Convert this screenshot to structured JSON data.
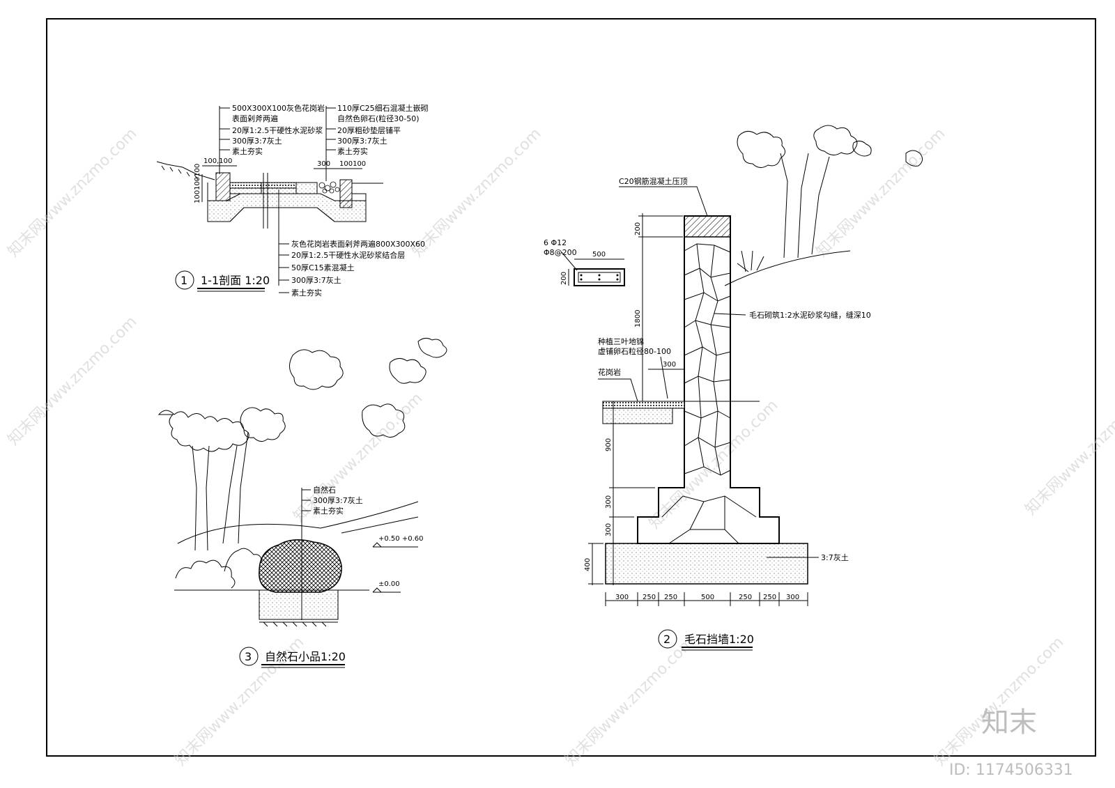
{
  "detail1": {
    "labels_left": [
      "500X300X100灰色花岗岩",
      "表面剁斧两遍",
      "20厚1:2.5干硬性水泥砂浆",
      "300厚3:7灰土",
      "素土夯实"
    ],
    "labels_right": [
      "110厚C25细石混凝土嵌砌",
      "自然色卵石(粒径30-50)",
      "20厚粗砂垫层铺平",
      "300厚3:7灰土",
      "素土夯实"
    ],
    "labels_bottom": [
      "灰色花岗岩表面剁斧两遍800X300X60",
      "20厚1:2.5干硬性水泥砂浆结合层",
      "50厚C15素混凝土",
      "300厚3:7灰土",
      "素土夯实"
    ],
    "dims_top_left": "100,100",
    "dims_top_right": [
      "300",
      "100100"
    ],
    "dims_side": "100100100",
    "title_num": "1",
    "title": "1-1剖面 1:20"
  },
  "detail2": {
    "cap_label": "C20钢筋混凝土压顶",
    "rebar_1": "6 Φ12",
    "rebar_2": "Φ8@200",
    "beam_w": "500",
    "beam_h": "200",
    "wall_label": "毛石砌筑1:2水泥砂浆勾缝，缝深10",
    "plant_1": "种植三叶地锦",
    "plant_2": "虚铺卵石粒径80-100",
    "granite": "花岗岩",
    "ledge_dim": "300",
    "vdims": [
      "200",
      "1800",
      "900",
      "300",
      "300",
      "400"
    ],
    "foot_label": "3:7灰土",
    "hdims": [
      "300",
      "250",
      "250",
      "500",
      "250",
      "250",
      "300"
    ],
    "title_num": "2",
    "title": "毛石挡墙1:20"
  },
  "detail3": {
    "labels": [
      "自然石",
      "300厚3:7灰土",
      "素土夯实"
    ],
    "elev_1": "+0.50 +0.60",
    "elev_2": "±0.00",
    "title_num": "3",
    "title": "自然石小品1:20"
  },
  "watermark": "知末网www.znzmo.com",
  "brand": "知末",
  "id_text": "ID: 1174506331"
}
